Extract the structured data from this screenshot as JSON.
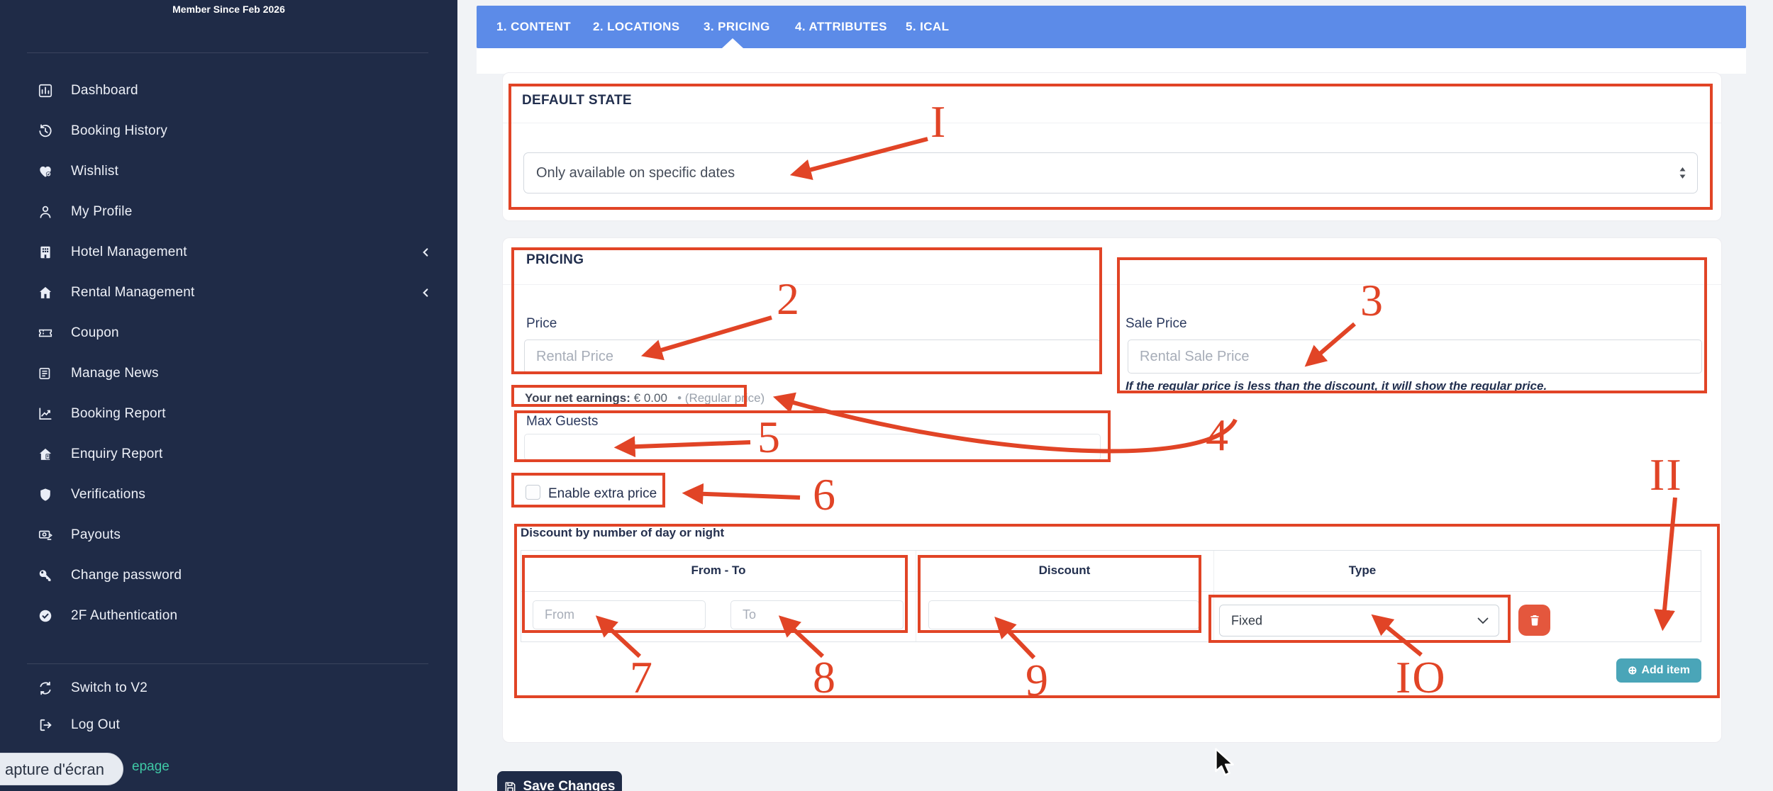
{
  "colors": {
    "sidebar_navy": "#1f2b47",
    "tab_blue": "#5c8be8",
    "annotation_red": "#e14426",
    "trash_orange": "#e4573d",
    "add_item_teal": "#4aa5b8",
    "link_teal": "#3fc9a6",
    "heading_navy": "#222f4e"
  },
  "sidebar": {
    "member_since": "Member Since Feb 2026",
    "items": [
      {
        "label": "Dashboard",
        "icon": "dashboard-icon"
      },
      {
        "label": "Booking History",
        "icon": "history-icon"
      },
      {
        "label": "Wishlist",
        "icon": "heart-icon"
      },
      {
        "label": "My Profile",
        "icon": "user-icon"
      },
      {
        "label": "Hotel Management",
        "icon": "building-icon",
        "chevron": true
      },
      {
        "label": "Rental Management",
        "icon": "home-icon",
        "chevron": true
      },
      {
        "label": "Coupon",
        "icon": "coupon-icon"
      },
      {
        "label": "Manage News",
        "icon": "news-icon"
      },
      {
        "label": "Booking Report",
        "icon": "chart-icon"
      },
      {
        "label": "Enquiry Report",
        "icon": "enquiry-icon"
      },
      {
        "label": "Verifications",
        "icon": "shield-icon"
      },
      {
        "label": "Payouts",
        "icon": "payouts-icon"
      },
      {
        "label": "Change password",
        "icon": "key-icon"
      },
      {
        "label": "2F Authentication",
        "icon": "check-circle-icon"
      }
    ],
    "footer_items": [
      {
        "label": "Switch to V2",
        "icon": "switch-icon"
      },
      {
        "label": "Log Out",
        "icon": "logout-icon"
      }
    ],
    "tooltip": "apture d'écran",
    "partial_link": "epage"
  },
  "tabs": {
    "active": "3. PRICING",
    "items": [
      {
        "label": "1. CONTENT"
      },
      {
        "label": "2. LOCATIONS"
      },
      {
        "label": "3. PRICING"
      },
      {
        "label": "4. ATTRIBUTES"
      },
      {
        "label": "5. ICAL"
      }
    ]
  },
  "default_state": {
    "title": "DEFAULT STATE",
    "select_value": "Only available on specific dates"
  },
  "pricing": {
    "title": "PRICING",
    "price_label": "Price",
    "price_placeholder": "Rental Price",
    "net_earnings_label": "Your net earnings:",
    "net_earnings_value": "€ 0.00",
    "net_earnings_note": "• (Regular price)",
    "sale_price_label": "Sale Price",
    "sale_price_placeholder": "Rental Sale Price",
    "sale_price_note": "If the regular price is less than the discount, it will show the regular price.",
    "max_guests_label": "Max Guests",
    "extra_price_label": "Enable extra price"
  },
  "discount": {
    "title": "Discount by number of day or night",
    "headers": [
      "From - To",
      "Discount",
      "Type"
    ],
    "from_placeholder": "From",
    "to_placeholder": "To",
    "type_value": "Fixed",
    "add_item_icon": "⊕",
    "add_item_label": "Add item"
  },
  "footer": {
    "save_label": "Save Changes"
  },
  "annotations": {
    "labels": [
      {
        "number": 1,
        "glyph": "I"
      },
      {
        "number": 2,
        "glyph": "2"
      },
      {
        "number": 3,
        "glyph": "3"
      },
      {
        "number": 4,
        "glyph": "4"
      },
      {
        "number": 5,
        "glyph": "5"
      },
      {
        "number": 6,
        "glyph": "6"
      },
      {
        "number": 7,
        "glyph": "7"
      },
      {
        "number": 8,
        "glyph": "8"
      },
      {
        "number": 9,
        "glyph": "9"
      },
      {
        "number": 10,
        "glyph": "IO"
      },
      {
        "number": 11,
        "glyph": "II"
      }
    ]
  }
}
